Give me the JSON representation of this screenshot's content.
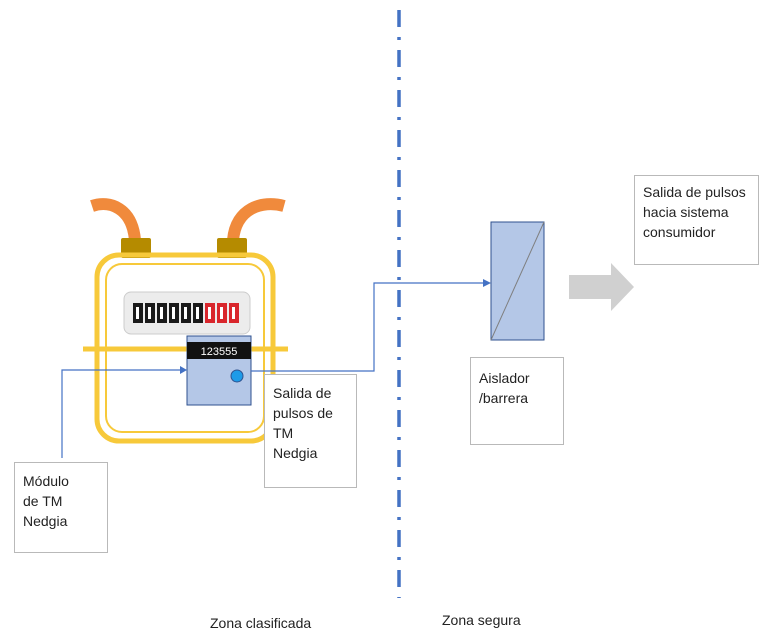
{
  "labels": {
    "modulo": "Módulo\nde TM\nNedgia",
    "salida_tm": "Salida de\npulsos de\nTM\nNedgia",
    "aislador": "Aislador\n/barrera",
    "salida_consumidor": "Salida de pulsos\nhacia sistema\nconsumidor"
  },
  "module_display": "123555",
  "zones": {
    "clasificada": "Zona clasificada",
    "segura": "Zona segura"
  },
  "colors": {
    "meter_outline": "#f7c93a",
    "pipe": "#f08a3c",
    "connector": "#b58b00",
    "module_fill": "#b4c7e7",
    "module_border": "#2f528f",
    "wire": "#4472c4",
    "dashdot": "#4472c4",
    "arrow": "#d0d0d0",
    "isolator_fill": "#b4c7e7"
  }
}
